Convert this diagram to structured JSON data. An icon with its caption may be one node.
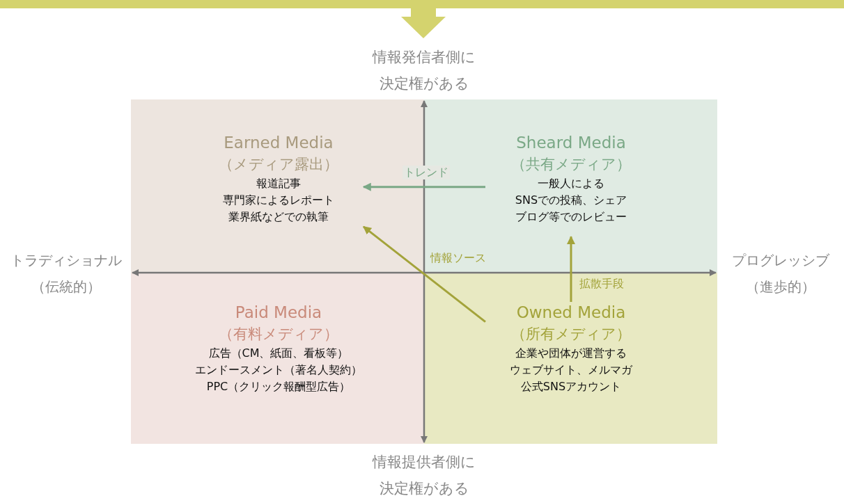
{
  "diagram": {
    "nodes": [
      {
        "text": [
          "Earned Media",
          "（メディア露出）",
          "報道記事",
          "専門家によるレポート",
          "業界紙などでの執筆"
        ]
      },
      {
        "text": [
          "Sheard Media",
          "（共有メディア）",
          "一般人による",
          "SNSでの投稿、シェア",
          "ブログ等でのレビュー"
        ]
      },
      {
        "text": [
          "Paid Media",
          "（有料メディア）",
          "広告（CM、紙面、看板等）",
          "エンドースメント（著名人契約）",
          "PPC（クリック報酬型広告）"
        ]
      },
      {
        "text": [
          "Owned Media",
          "（所有メディア）",
          "企業や団体が運営する",
          "ウェブサイト、メルマガ",
          "公式SNSアカウント"
        ]
      }
    ],
    "edges": [
      {
        "from": 1,
        "to": 0,
        "arrow": "to",
        "label": "トレンド",
        "color": "#7aa886"
      },
      {
        "from": 3,
        "to": 0,
        "arrow": "to",
        "label": "情報ソース"
      },
      {
        "from": 3,
        "to": 1,
        "arrow": "to",
        "label": "拡散手段"
      }
    ],
    "labels": [
      "情報発信者側に決定権がある",
      "トラディショナル（伝統的）",
      "プログレッシブ（進歩的）",
      "情報提供者側に決定権がある"
    ]
  }
}
